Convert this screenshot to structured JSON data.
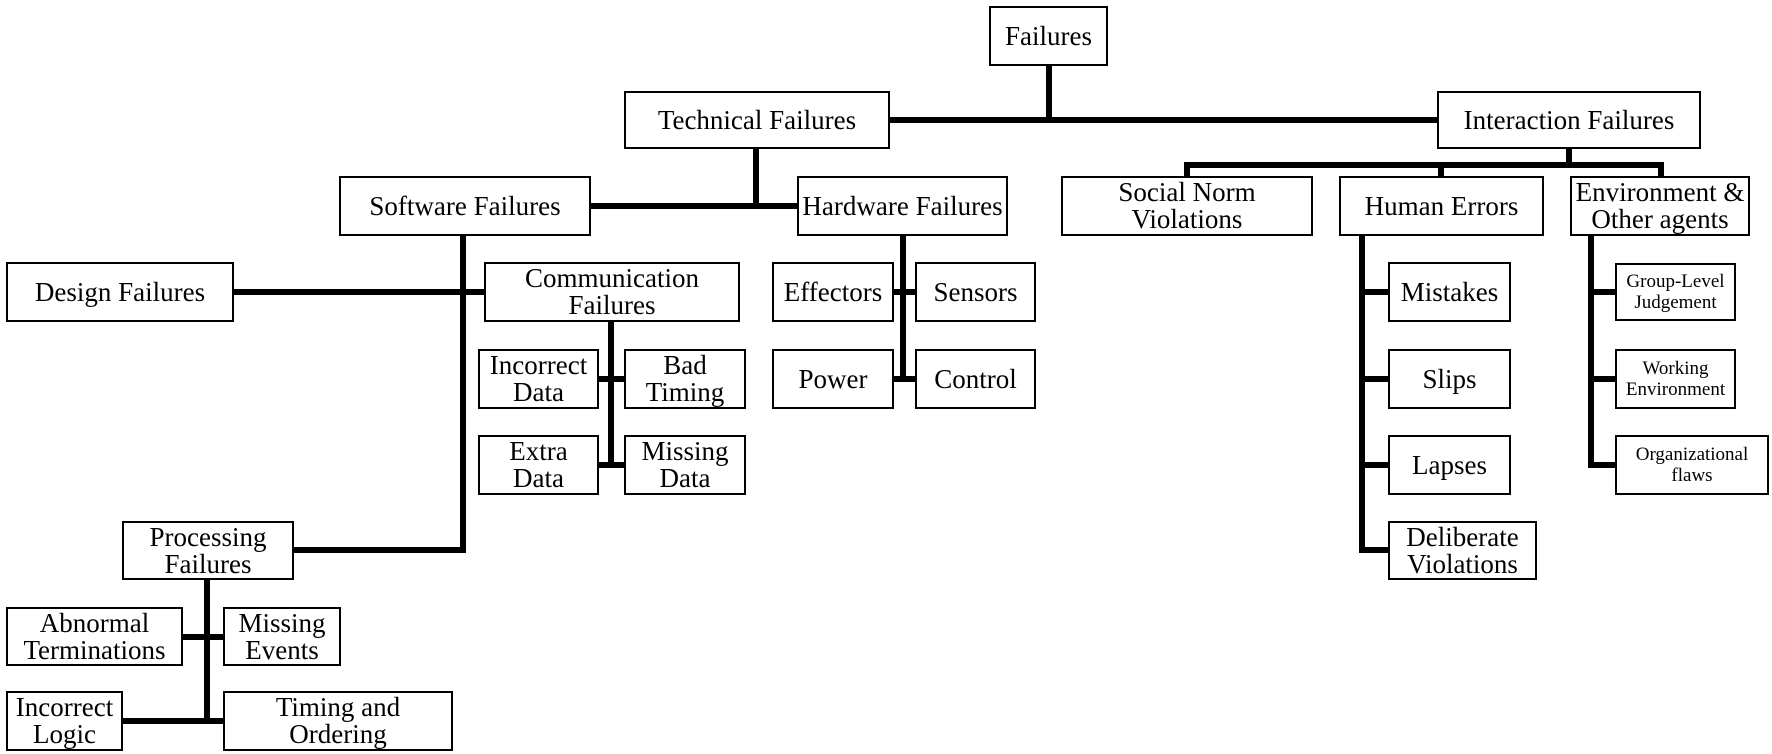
{
  "nodes": {
    "failures": "Failures",
    "technical_failures": "Technical Failures",
    "interaction_failures": "Interaction Failures",
    "software_failures": "Software Failures",
    "hardware_failures": "Hardware Failures",
    "social_norm_violations": "Social Norm\nViolations",
    "human_errors": "Human Errors",
    "environment_other_agents": "Environment &\nOther agents",
    "design_failures": "Design Failures",
    "communication_failures": "Communication\nFailures",
    "effectors": "Effectors",
    "sensors": "Sensors",
    "power": "Power",
    "control": "Control",
    "incorrect_data": "Incorrect\nData",
    "bad_timing": "Bad\nTiming",
    "extra_data": "Extra\nData",
    "missing_data": "Missing\nData",
    "processing_failures": "Processing\nFailures",
    "abnormal_terminations": "Abnormal\nTerminations",
    "missing_events": "Missing\nEvents",
    "incorrect_logic": "Incorrect\nLogic",
    "timing_and_ordering": "Timing and\nOrdering",
    "mistakes": "Mistakes",
    "slips": "Slips",
    "lapses": "Lapses",
    "deliberate_violations": "Deliberate\nViolations",
    "group_level_judgement": "Group-Level\nJudgement",
    "working_environment": "Working\nEnvironment",
    "organizational_flaws": "Organizational\nflaws"
  }
}
